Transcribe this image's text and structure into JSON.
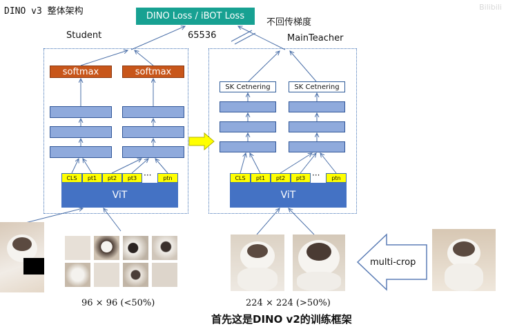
{
  "title": "DINO v3 整体架构",
  "watermark": "Bilibili",
  "loss_label": "DINO Loss / iBOT Loss",
  "student_label": "Student",
  "dim_label": "65536",
  "no_grad_label": "不回传梯度",
  "teacher_label": "MainTeacher",
  "softmax_labels": [
    "softmax",
    "softmax"
  ],
  "sk_labels": [
    "SK Cetnering",
    "SK Cetnering"
  ],
  "tokens": [
    "CLS",
    "pt1",
    "pt2",
    "pt3",
    "ptn"
  ],
  "ellipsis": "···",
  "vit_label": "ViT",
  "multi_crop_label": "multi-crop",
  "local_caption": "96 × 96  (<50%)",
  "global_caption": "224 × 224  (>50%)",
  "bottom_caption": "首先这是DINO v2的训练框架",
  "colors": {
    "loss": "#17a192",
    "softmax": "#c8561a",
    "layer": "#8faadc",
    "vit": "#4472c4",
    "token": "#ffff00",
    "ema_arrow": "#ffff00"
  }
}
